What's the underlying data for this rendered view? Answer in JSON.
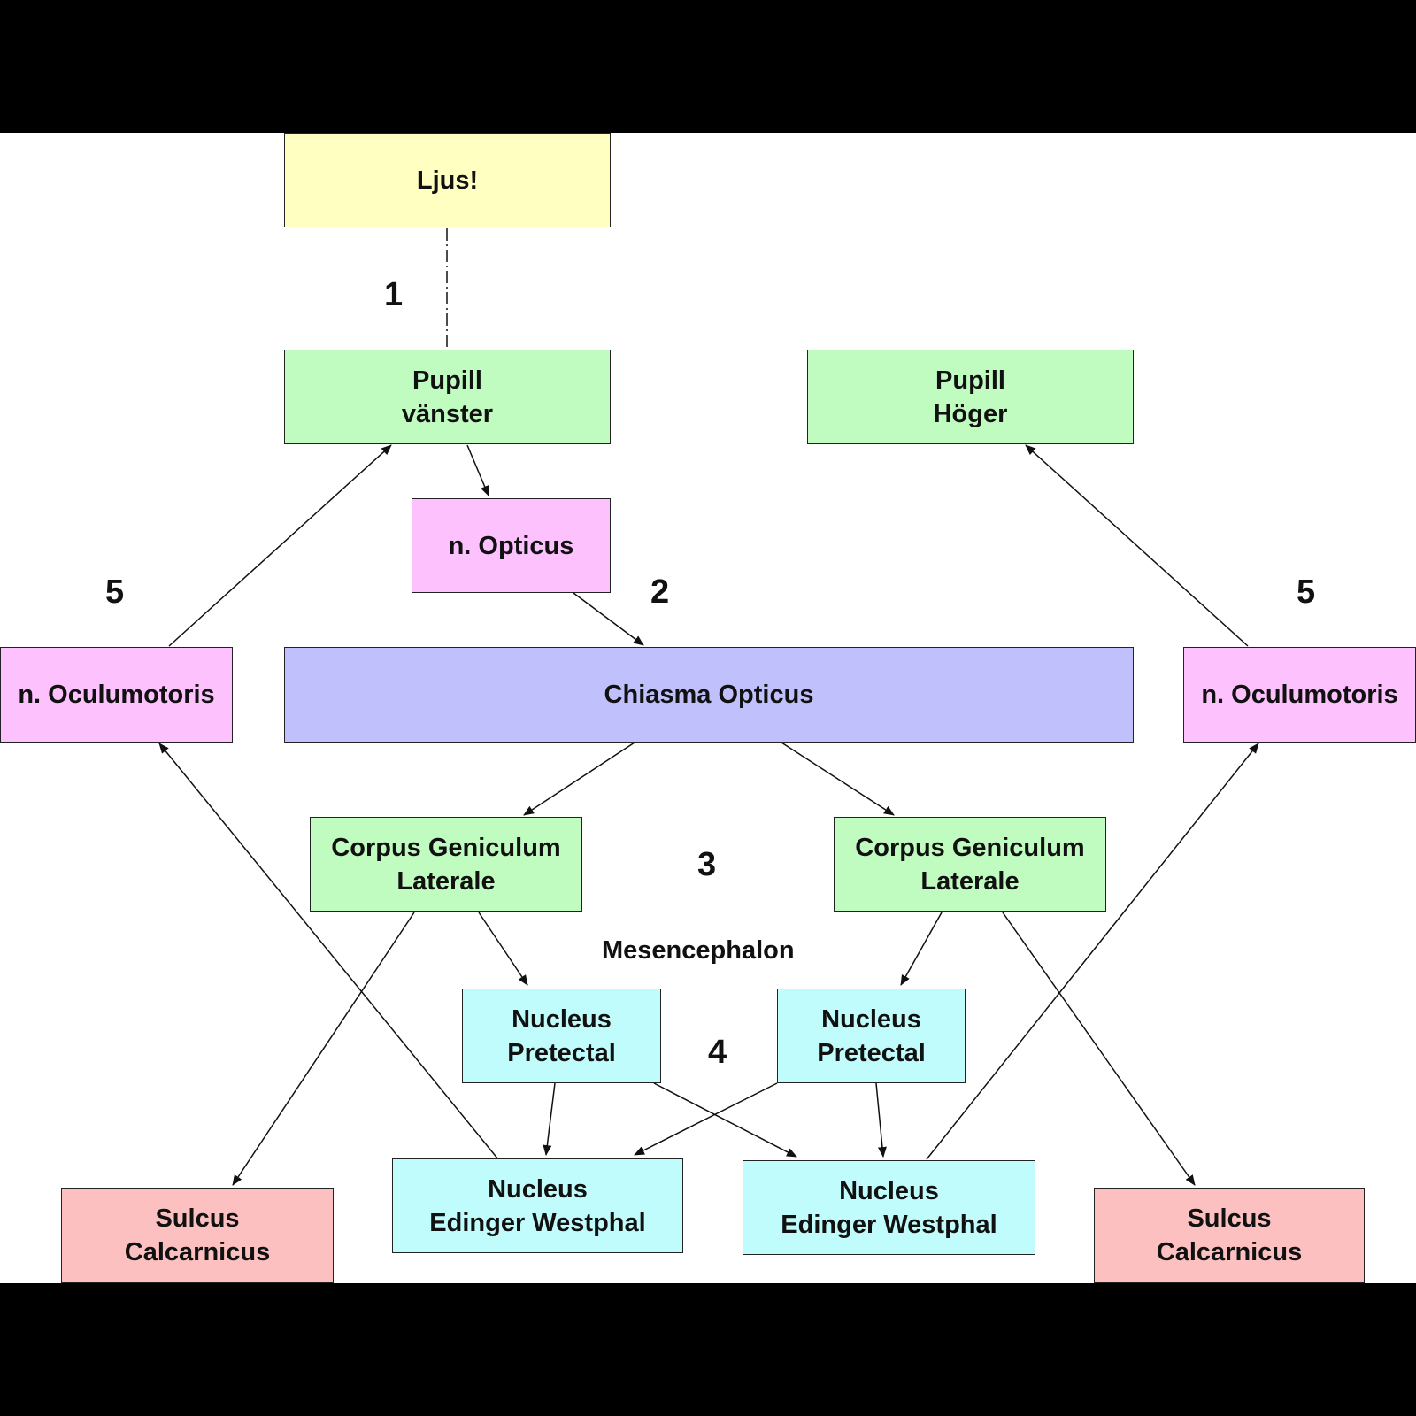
{
  "colors": {
    "yellow": "#ffffc2",
    "green": "#c0fbc0",
    "pink": "#fdc1fd",
    "blue": "#c0c0fc",
    "cyan": "#c0fcfc",
    "red": "#fcc0c0"
  },
  "nodes": {
    "ljus": "Ljus!",
    "pupill_left": [
      "Pupill",
      "vänster"
    ],
    "pupill_right": [
      "Pupill",
      "Höger"
    ],
    "n_opticus": "n. Opticus",
    "chiasma": "Chiasma Opticus",
    "oculomotoris_left": "n. Oculumotoris",
    "oculomotoris_right": "n. Oculumotoris",
    "cgl_left": [
      "Corpus Geniculum",
      "Laterale"
    ],
    "cgl_right": [
      "Corpus Geniculum",
      "Laterale"
    ],
    "pretectal_left": [
      "Nucleus",
      "Pretectal"
    ],
    "pretectal_right": [
      "Nucleus",
      "Pretectal"
    ],
    "ew_left": [
      "Nucleus",
      "Edinger Westphal"
    ],
    "ew_right": [
      "Nucleus",
      "Edinger Westphal"
    ],
    "sulcus_left": [
      "Sulcus",
      "Calcarnicus"
    ],
    "sulcus_right": [
      "Sulcus",
      "Calcarnicus"
    ]
  },
  "labels": {
    "step1": "1",
    "step2": "2",
    "step3": "3",
    "step4": "4",
    "step5_left": "5",
    "step5_right": "5",
    "mesencephalon": "Mesencephalon"
  }
}
